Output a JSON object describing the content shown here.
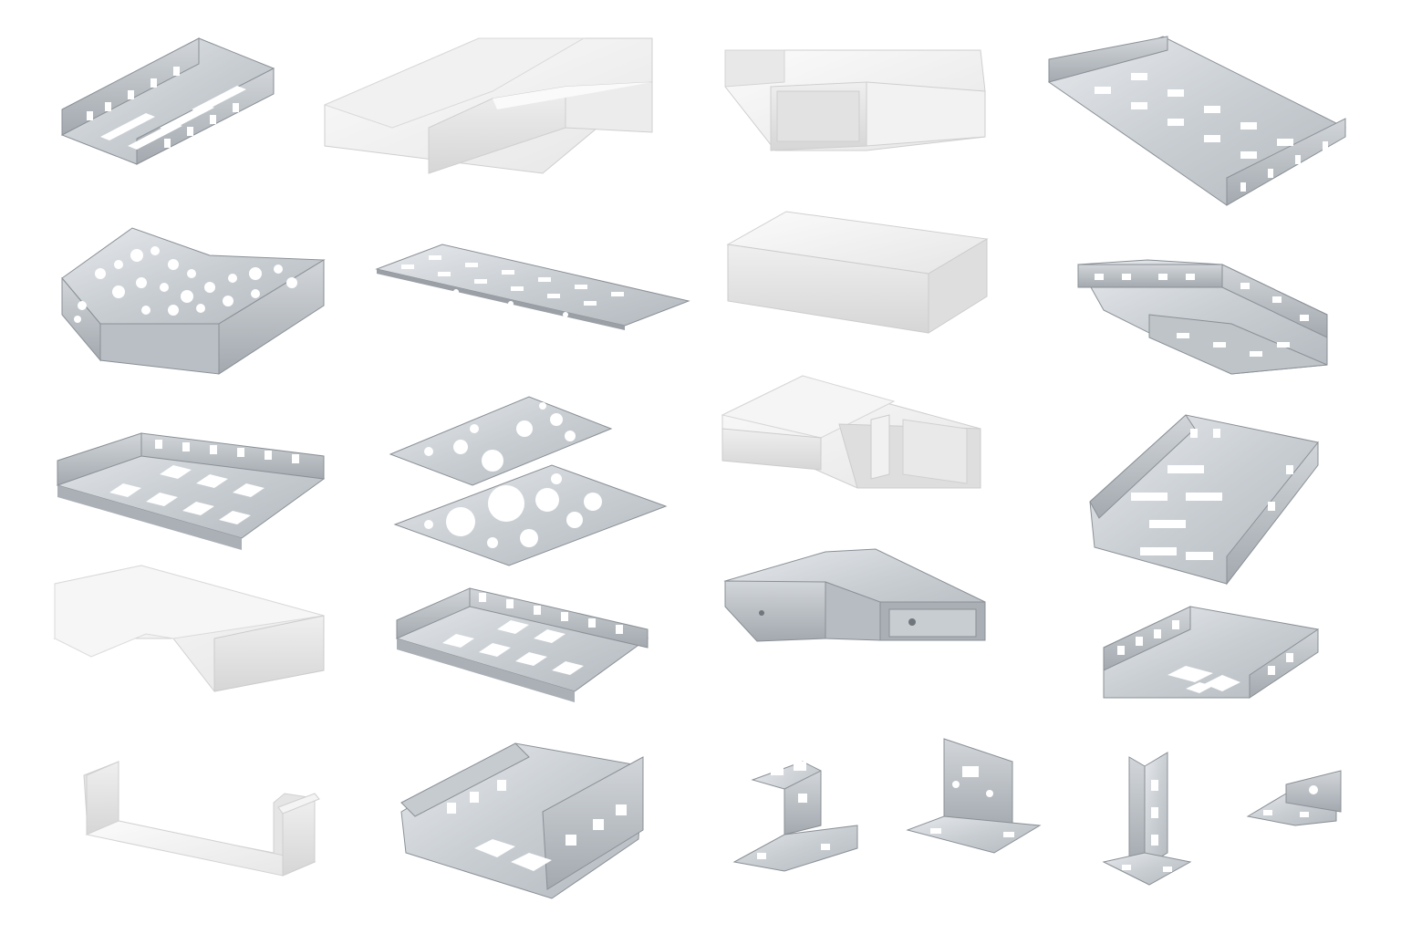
{
  "image": {
    "background": "#ffffff",
    "palette": {
      "galv_light": "#dfe2e5",
      "galv_mid": "#c3c8cd",
      "galv_dark": "#9aa0a6",
      "galv_edge": "#7d848b",
      "white_light": "#f7f7f7",
      "white_mid": "#e9e9e9",
      "white_dark": "#d4d4d4",
      "hole": "#ffffff"
    }
  },
  "products": [
    {
      "name": "perforated-cable-tray",
      "finish": "galvanized"
    },
    {
      "name": "flat-elbow-solid-white",
      "finish": "white"
    },
    {
      "name": "tee-junction-solid-white",
      "finish": "white"
    },
    {
      "name": "perforated-cable-tray-wide",
      "finish": "galvanized"
    },
    {
      "name": "perforated-tee-cover",
      "finish": "galvanized"
    },
    {
      "name": "slotted-cover-plate",
      "finish": "galvanized"
    },
    {
      "name": "closed-box-white",
      "finish": "white"
    },
    {
      "name": "perforated-flat-bend",
      "finish": "galvanized"
    },
    {
      "name": "perforated-cable-tray-short",
      "finish": "galvanized"
    },
    {
      "name": "round-hole-plates",
      "finish": "galvanized"
    },
    {
      "name": "elbow-with-divider-white",
      "finish": "white"
    },
    {
      "name": "vertical-bend-tray",
      "finish": "galvanized"
    },
    {
      "name": "open-elbow-white",
      "finish": "white"
    },
    {
      "name": "perforated-cable-tray-medium",
      "finish": "galvanized"
    },
    {
      "name": "solid-flat-elbow",
      "finish": "galvanized"
    },
    {
      "name": "tray-reducer",
      "finish": "galvanized"
    },
    {
      "name": "u-channel-white",
      "finish": "white"
    },
    {
      "name": "heavy-duty-tray",
      "finish": "galvanized"
    },
    {
      "name": "pedestal-bracket",
      "finish": "galvanized"
    },
    {
      "name": "angle-bracket",
      "finish": "galvanized"
    },
    {
      "name": "l-support-post",
      "finish": "galvanized"
    },
    {
      "name": "small-clip-bracket",
      "finish": "galvanized"
    }
  ]
}
